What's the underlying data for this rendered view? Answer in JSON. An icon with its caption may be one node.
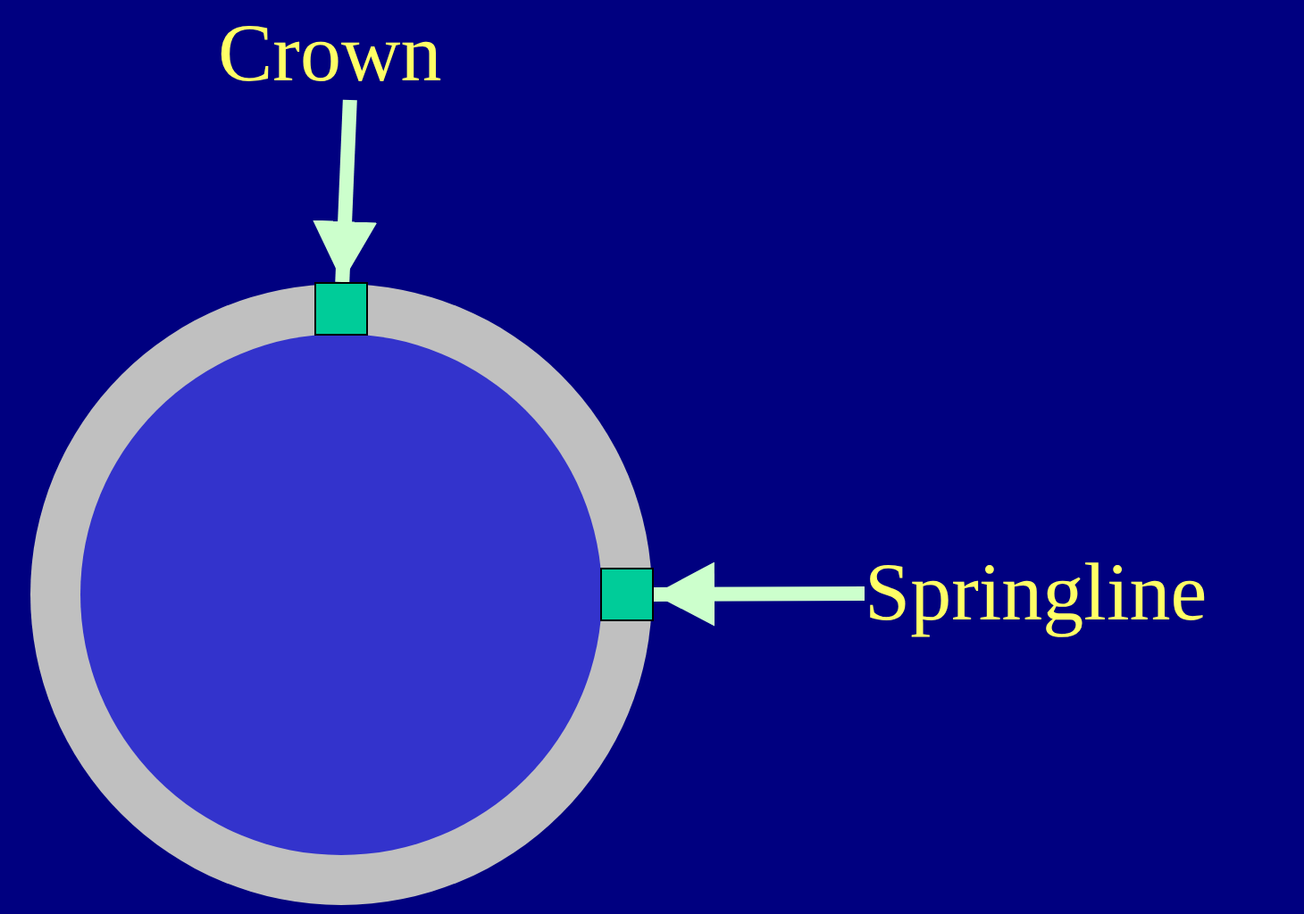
{
  "diagram": {
    "nodes": [
      {
        "text": [
          "Crown"
        ]
      },
      {
        "text": [],
        "shape": "box"
      },
      {
        "text": [
          "Springline"
        ]
      },
      {
        "text": [],
        "shape": "box"
      }
    ],
    "edges": [
      {
        "from": 0,
        "to": 1,
        "arrow": "to"
      },
      {
        "from": 2,
        "to": 3,
        "arrow": "to"
      }
    ]
  }
}
